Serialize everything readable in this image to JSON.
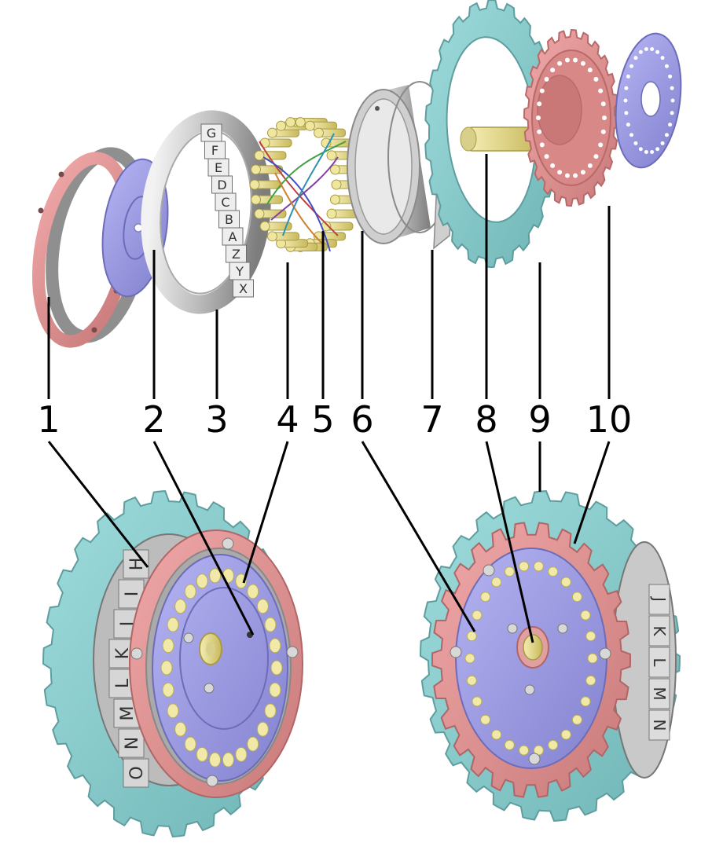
{
  "colors": {
    "teal": "#86cccc",
    "teal_dark": "#5aa7a8",
    "salmon": "#e79696",
    "salmon_dark": "#c36e6e",
    "lavender": "#9c9be6",
    "lavender_dark": "#7575c4",
    "silver": "#d8d8d8",
    "silver_dark": "#8c8c8c",
    "brass": "#ece49a",
    "brass_dark": "#c2b454"
  },
  "ring_letters_exploded": [
    "G",
    "F",
    "E",
    "D",
    "C",
    "B",
    "A",
    "Z",
    "Y",
    "X"
  ],
  "ring_letters_assembled_left": [
    "H",
    "I",
    "J",
    "K",
    "L",
    "M",
    "N",
    "O"
  ],
  "ring_letters_assembled_right": [
    "J",
    "K",
    "L",
    "M",
    "N"
  ],
  "callouts": [
    {
      "label": "1"
    },
    {
      "label": "2"
    },
    {
      "label": "3"
    },
    {
      "label": "4"
    },
    {
      "label": "5"
    },
    {
      "label": "6"
    },
    {
      "label": "7"
    },
    {
      "label": "8"
    },
    {
      "label": "9"
    },
    {
      "label": "10"
    }
  ]
}
